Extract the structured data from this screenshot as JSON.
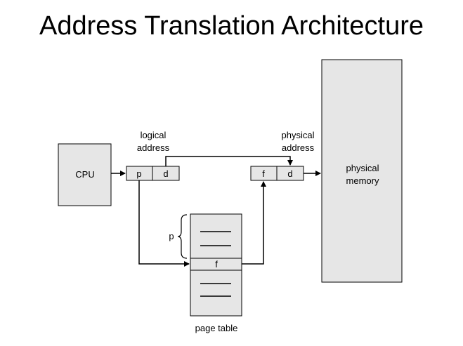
{
  "title": "Address Translation Architecture",
  "cpu_label": "CPU",
  "logical_address_label_line1": "logical",
  "logical_address_label_line2": "address",
  "physical_address_label_line1": "physical",
  "physical_address_label_line2": "address",
  "logical_p": "p",
  "logical_d": "d",
  "physical_f": "f",
  "physical_d": "d",
  "physical_memory_line1": "physical",
  "physical_memory_line2": "memory",
  "page_table_label": "page table",
  "page_table_entry": "f",
  "page_index_label": "p",
  "colors": {
    "box_fill": "#e6e6e6",
    "stroke": "#000000"
  }
}
